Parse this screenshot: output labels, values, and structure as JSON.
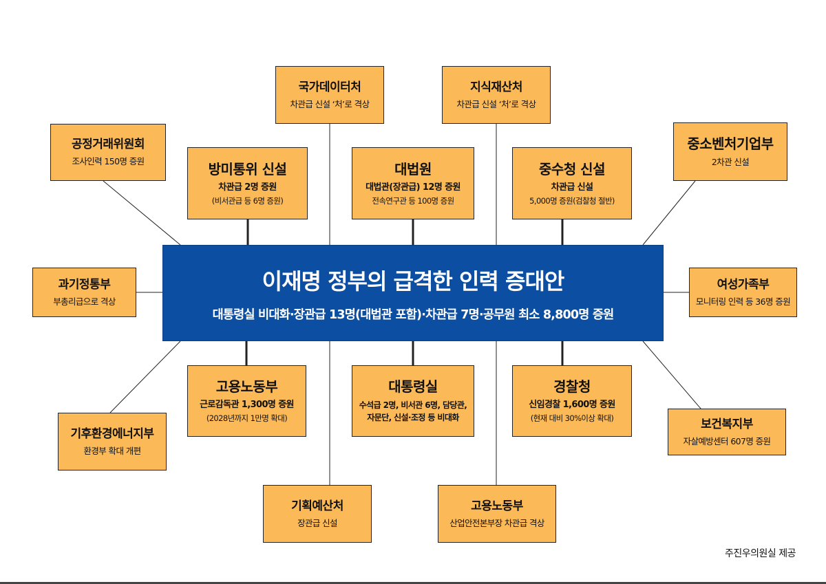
{
  "center": {
    "title": "이재명 정부의 급격한 인력 증대안",
    "subtitle": "대통령실 비대화·장관급 13명(대법관 포함)·차관급 7명·공무원 최소 8,800명 증원"
  },
  "nodes": [
    {
      "id": "gukga",
      "title": "국가데이터처",
      "sub": "차관급 신설 ‘처’로 격상"
    },
    {
      "id": "jisik",
      "title": "지식재산처",
      "sub": "차관급 신설 ‘처’로 격상"
    },
    {
      "id": "gongjeong",
      "title": "공정거래위원회",
      "sub": "조사인력 150명 증원"
    },
    {
      "id": "bangmi",
      "title": "방미통위 신설",
      "sub": "차관급 2명 증원",
      "sub2": "(비서관급 등 6명 증원)"
    },
    {
      "id": "daebeobwon",
      "title": "대법원",
      "sub": "대법관(장관급) 12명 증원",
      "sub2": "전속연구관 등 100명 증원"
    },
    {
      "id": "jungsu",
      "title": "중수청 신설",
      "sub": "차관급 신설",
      "sub2": "5,000명 증원(검찰청 절반)"
    },
    {
      "id": "jungso",
      "title": "중소벤처기업부",
      "sub": "2차관 신설"
    },
    {
      "id": "gwagi",
      "title": "과기정통부",
      "sub": "부총리급으로 격상"
    },
    {
      "id": "yeoseong",
      "title": "여성가족부",
      "sub": "모니터링 인력 등 36명 증원"
    },
    {
      "id": "goyong1",
      "title": "고용노동부",
      "sub": "근로감독관 1,300명 증원",
      "sub2": "(2028년까지 1만명 확대)"
    },
    {
      "id": "daetong",
      "title": "대통령실",
      "sub": "수석급 2명, 비서관 6명, 담당관, 자문단, 신설·조정 등 비대화"
    },
    {
      "id": "gyeongchal",
      "title": "경찰청",
      "sub": "신임경찰 1,600명 증원",
      "sub2": "(현재 대비 30%이상 확대)"
    },
    {
      "id": "gihu",
      "title": "기후환경에너지부",
      "sub": "환경부 확대 개편"
    },
    {
      "id": "bogeon",
      "title": "보건복지부",
      "sub": "자살예방센터 607명 증원"
    },
    {
      "id": "gihoek",
      "title": "기획예산처",
      "sub": "장관급 신설"
    },
    {
      "id": "goyong2",
      "title": "고용노동부",
      "sub": "산업안전본부장 차관급 격상"
    }
  ],
  "source": "주진우의원실 제공",
  "colors": {
    "center_bg": "#0c4ea2",
    "box_bg": "#fbb957",
    "line": "#222222"
  }
}
